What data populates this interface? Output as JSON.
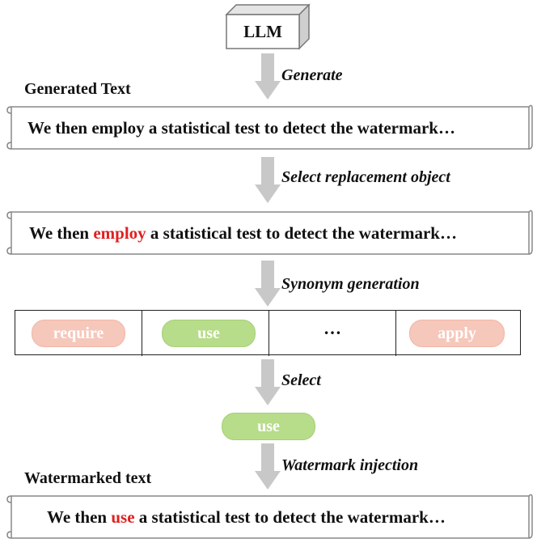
{
  "llm": {
    "label": "LLM"
  },
  "headings": {
    "generated": "Generated Text",
    "watermarked": "Watermarked text"
  },
  "steps": {
    "generate": "Generate",
    "select_replacement": "Select replacement object",
    "synonym_generation": "Synonym generation",
    "select": "Select",
    "watermark_injection": "Watermark injection"
  },
  "sentences": {
    "original": "We then employ a statistical test to detect the watermark…",
    "highlighted": {
      "before": "We then ",
      "word": "employ",
      "after": " a statistical test to detect the watermark…"
    },
    "watermarked": {
      "before": "We then ",
      "word": "use",
      "after": " a statistical test to detect the watermark…"
    }
  },
  "synonyms": [
    "require",
    "use",
    "…",
    "apply"
  ],
  "selected": "use",
  "colors": {
    "highlight": "#e02020",
    "pill_red": "#f6c7bb",
    "pill_green": "#b7dc8a",
    "arrow": "#c8c8c8"
  }
}
